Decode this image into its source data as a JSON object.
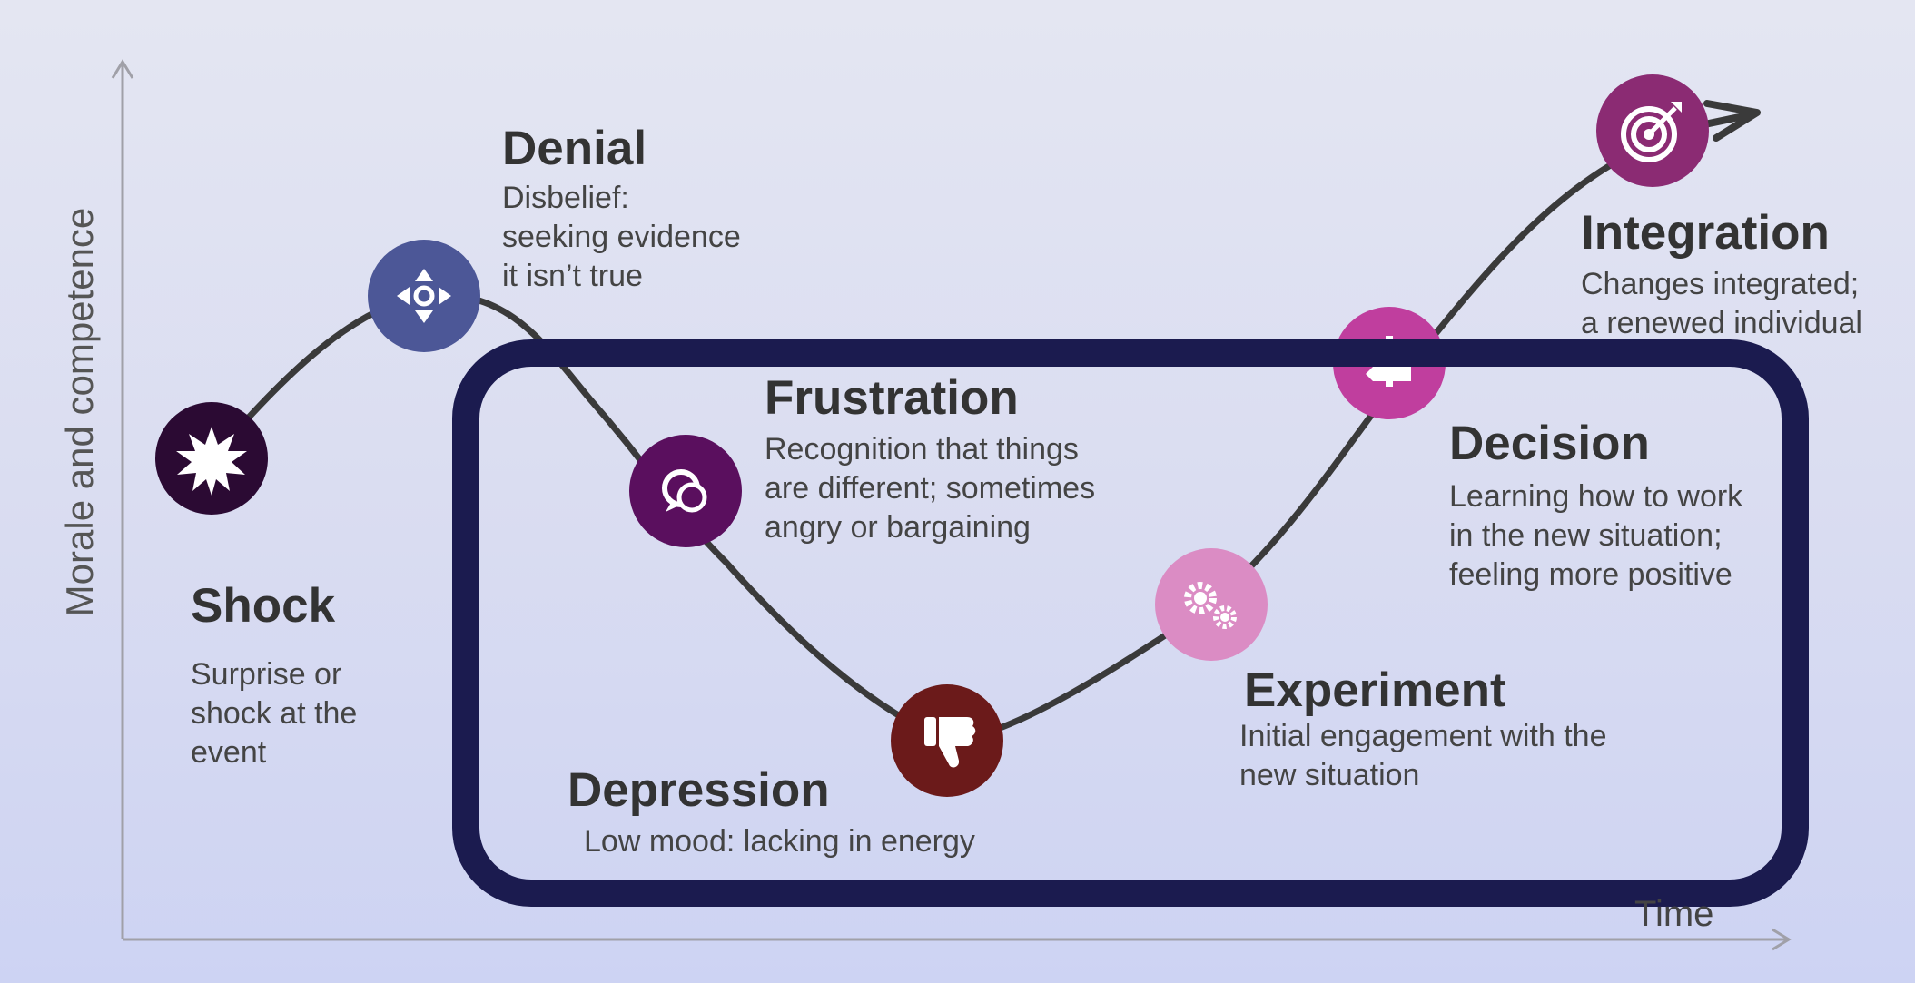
{
  "axes": {
    "y_label": "Morale and competence",
    "x_label": "Time"
  },
  "stages": [
    {
      "key": "shock",
      "title": "Shock",
      "description": [
        "Surprise or",
        "shock at the",
        "event"
      ],
      "icon": "starburst-icon",
      "color": "#2b0a33"
    },
    {
      "key": "denial",
      "title": "Denial",
      "description": [
        "Disbelief:",
        "seeking evidence",
        "it isn’t true"
      ],
      "icon": "move-arrows-icon",
      "color": "#4c5797"
    },
    {
      "key": "frustration",
      "title": "Frustration",
      "description": [
        "Recognition that things",
        "are different; sometimes",
        "angry or bargaining"
      ],
      "icon": "speech-bubbles-icon",
      "color": "#5a0f5e"
    },
    {
      "key": "depression",
      "title": "Depression",
      "description": [
        "Low mood: lacking in energy"
      ],
      "icon": "thumbs-down-icon",
      "color": "#6b1a1a"
    },
    {
      "key": "experiment",
      "title": "Experiment",
      "description": [
        "Initial engagement with the",
        "new situation"
      ],
      "icon": "gears-icon",
      "color": "#db8cc4"
    },
    {
      "key": "decision",
      "title": "Decision",
      "description": [
        "Learning how to work",
        "in the new situation;",
        "feeling more positive"
      ],
      "icon": "signpost-icon",
      "color": "#c03e9e"
    },
    {
      "key": "integration",
      "title": "Integration",
      "description": [
        "Changes integrated;",
        "a renewed individual"
      ],
      "icon": "target-icon",
      "color": "#8b2b73"
    }
  ],
  "highlight_color": "#1b1b4f",
  "curve_color": "#3a3a3a",
  "axis_color": "#a0a0a8"
}
